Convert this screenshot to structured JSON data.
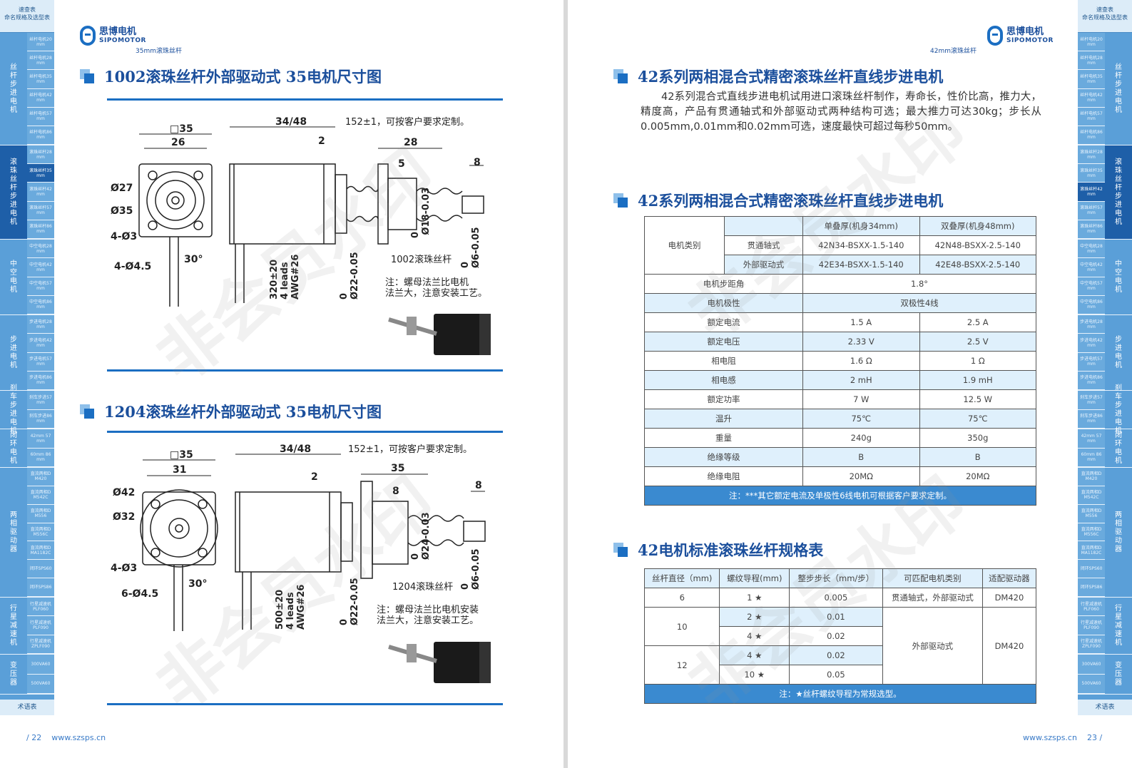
{
  "left_page": {
    "logo": {
      "cn": "思博电机",
      "en": "SIPOMOTOR"
    },
    "header_sub": "35mm滚珠丝杆",
    "section1_title": "1002滚珠丝杆外部驱动式  35电机尺寸图",
    "section2_title": "1204滚珠丝杆外部驱动式  35电机尺寸图",
    "drawing1": {
      "sq": "□35",
      "w26": "26",
      "d27": "Ø27",
      "d35": "Ø35",
      "holes": "4-Ø3",
      "hole2": "4-Ø4.5",
      "angle": "30°",
      "len": "34/48",
      "gap": "2",
      "screw_len": "152±1，可按客户要求定制。",
      "nut_len": "28",
      "flange": "5",
      "tail": "8",
      "nut_dia": "0\n Ø18-0.03",
      "shaft_dia": "0\nØ6-0.05",
      "base_dia": "0\nØ22-0.05",
      "wire": "320±20\n4 leads\nAWG#26",
      "screw_name": "1002滚珠丝杆",
      "note": "注：螺母法兰比电机\n法兰大，注意安装工艺。"
    },
    "drawing2": {
      "sq": "□35",
      "w31": "31",
      "d42": "Ø42",
      "d32": "Ø32",
      "holes": "4-Ø3",
      "hole2": "6-Ø4.5",
      "angle": "30°",
      "len": "34/48",
      "gap": "2",
      "screw_len": "152±1，可按客户要求定制。",
      "nut_len": "35",
      "flange": "8",
      "tail": "8",
      "nut_dia": "0\nØ24-0.03",
      "shaft_dia": "0\nØ6-0.05",
      "base_dia": "0\nØ22-0.05",
      "wire": "500±20\n4 leads\nAWG#26",
      "screw_name": "1204滚珠丝杆",
      "note": "注：螺母法兰比电机安装\n法兰大，注意安装工艺。"
    },
    "footer_page": "/ 22",
    "footer_url": "www.szsps.cn",
    "watermark": "非会员水印"
  },
  "right_page": {
    "logo": {
      "cn": "思博电机",
      "en": "SIPOMOTOR"
    },
    "header_sub": "42mm滚珠丝杆",
    "section1_title": "42系列两相混合式精密滚珠丝杆直线步进电机",
    "paragraph": "42系列混合式直线步进电机试用进口滚珠丝杆制作，寿命长，性价比高，推力大，精度高，产品有贯通轴式和外部驱动式两种结构可选；最大推力可达30kg；步长从0.005mm,0.01mm和0.02mm可选，速度最快可超过每秒50mm。",
    "section2_title": "42系列两相混合式精密滚珠丝杆直线步进电机",
    "spec": {
      "col_single": "单叠厚(机身34mm)",
      "col_double": "双叠厚(机身48mm)",
      "motor_type": "电机类别",
      "through": "贯通轴式",
      "external": "外部驱动式",
      "through_single": "42N34-BSXX-1.5-140",
      "through_double": "42N48-BSXX-2.5-140",
      "external_single": "42E34-BSXX-1.5-140",
      "external_double": "42E48-BSXX-2.5-140",
      "step_angle_label": "电机步距角",
      "step_angle": "1.8°",
      "polarity_label": "电机极性",
      "polarity": "双极性4线",
      "rows": [
        {
          "label": "额定电流",
          "a": "1.5 A",
          "b": "2.5 A"
        },
        {
          "label": "额定电压",
          "a": "2.33 V",
          "b": "2.5 V"
        },
        {
          "label": "相电阻",
          "a": "1.6 Ω",
          "b": "1 Ω"
        },
        {
          "label": "相电感",
          "a": "2 mH",
          "b": "1.9 mH"
        },
        {
          "label": "额定功率",
          "a": "7 W",
          "b": "12.5 W"
        },
        {
          "label": "温升",
          "a": "75℃",
          "b": "75℃"
        },
        {
          "label": "重量",
          "a": "240g",
          "b": "350g"
        },
        {
          "label": "绝缘等级",
          "a": "B",
          "b": "B"
        },
        {
          "label": "绝缘电阻",
          "a": "20MΩ",
          "b": "20MΩ"
        }
      ],
      "note": "注：***其它额定电流及单极性6线电机可根据客户要求定制。"
    },
    "section3_title": "42电机标准滚珠丝杆规格表",
    "screw": {
      "headers": [
        "丝杆直径（mm)",
        "螺纹导程(mm)",
        "整步步长（mm/步）",
        "可匹配电机类别",
        "适配驱动器"
      ],
      "d6": "6",
      "d10": "10",
      "d12": "12",
      "p1": "1 ★",
      "p2": "2 ★",
      "p4a": "4 ★",
      "p4b": "4 ★",
      "p10": "10 ★",
      "s1": "0.005",
      "s2": "0.01",
      "s3": "0.02",
      "s4": "0.02",
      "s5": "0.05",
      "m1": "贯通轴式，外部驱动式",
      "m2": "外部驱动式",
      "dr1": "DM420",
      "dr2": "DM420",
      "note": "注：★丝杆螺纹导程为常规选型。"
    },
    "footer_page": "23 /",
    "footer_url": "www.szsps.cn",
    "watermark": "非会员水印"
  },
  "sidebar": {
    "head": "速查表",
    "head2": "命名规格及选型表",
    "foot": "术语表",
    "groups": [
      {
        "label": "丝杆步进电机",
        "cells": [
          "丝杆电机20mm",
          "丝杆电机28mm",
          "丝杆电机35mm",
          "丝杆电机42mm",
          "丝杆电机57mm",
          "丝杆电机86mm"
        ]
      },
      {
        "label": "滚珠丝杆步进电机",
        "cells": [
          "滚珠丝杆28mm",
          "滚珠丝杆35mm",
          "滚珠丝杆42mm",
          "滚珠丝杆57mm",
          "滚珠丝杆86mm"
        ]
      },
      {
        "label": "中空电机",
        "cells": [
          "中空电机28mm",
          "中空电机42mm",
          "中空电机57mm",
          "中空电机86mm"
        ]
      },
      {
        "label": "步进电机",
        "cells": [
          "步进电机28mm",
          "步进电机42mm",
          "步进电机57mm",
          "步进电机86mm"
        ]
      },
      {
        "label": "刹车步进电机",
        "cells": [
          "刹车步进57mm",
          "刹车步进86mm"
        ]
      },
      {
        "label": "闭环电机",
        "cells": [
          "42mm 57mm",
          "60mm 86mm"
        ]
      },
      {
        "label": "两相驱动器",
        "cells": [
          "直流两相DM420",
          "直流两相DM542C",
          "直流两相DM556",
          "直流两相DM556C",
          "直流两相DMA1182C",
          "闭环SPS60",
          "闭环SPS86"
        ]
      },
      {
        "label": "行星减速机",
        "cells": [
          "行星减速机PLF060",
          "行星减速机PLF090",
          "行星减速机ZPLF090"
        ]
      },
      {
        "label": "变压器",
        "cells": [
          "300VA60",
          "500VA60"
        ]
      }
    ]
  }
}
